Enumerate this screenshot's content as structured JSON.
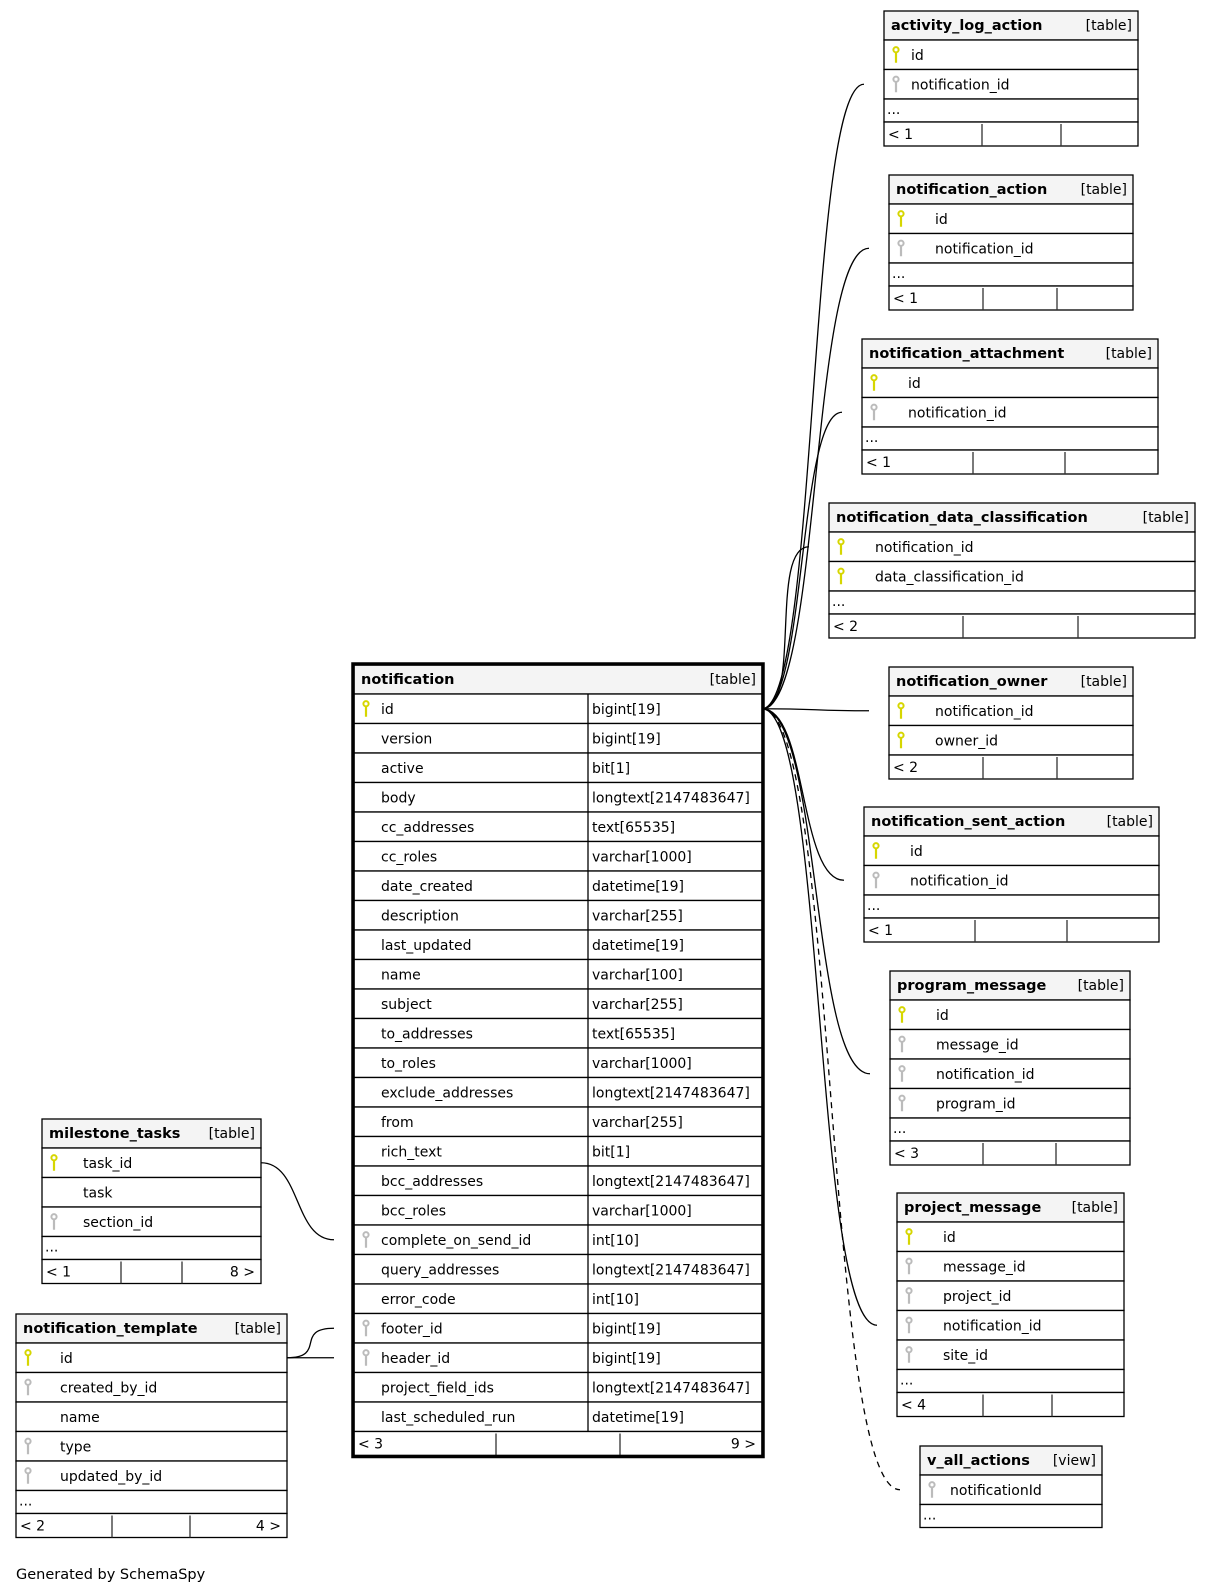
{
  "colors": {
    "header_bg": "#f4f4f4",
    "border": "#000000",
    "pk_key": "#d6d600",
    "fk_key": "#bbbbbb",
    "line": "#000000"
  },
  "footer": "Generated by SchemaSpy",
  "tables": [
    {
      "id": "activity_log_action",
      "name": "activity_log_action",
      "kind": "[table]",
      "columns": [
        {
          "name": "id",
          "key": "pk"
        },
        {
          "name": "notification_id",
          "key": "fk"
        }
      ],
      "ellipsis": "...",
      "parents": "< 1",
      "children": ""
    },
    {
      "id": "notification_action",
      "name": "notification_action",
      "kind": "[table]",
      "columns": [
        {
          "name": "id",
          "key": "pk"
        },
        {
          "name": "notification_id",
          "key": "fk"
        }
      ],
      "ellipsis": "...",
      "parents": "< 1",
      "children": ""
    },
    {
      "id": "notification_attachment",
      "name": "notification_attachment",
      "kind": "[table]",
      "columns": [
        {
          "name": "id",
          "key": "pk"
        },
        {
          "name": "notification_id",
          "key": "fk"
        }
      ],
      "ellipsis": "...",
      "parents": "< 1",
      "children": ""
    },
    {
      "id": "notification_data_classification",
      "name": "notification_data_classification",
      "kind": "[table]",
      "columns": [
        {
          "name": "notification_id",
          "key": "pk"
        },
        {
          "name": "data_classification_id",
          "key": "pk"
        }
      ],
      "ellipsis": "...",
      "parents": "< 2",
      "children": ""
    },
    {
      "id": "notification",
      "name": "notification",
      "kind": "[table]",
      "columns": [
        {
          "name": "id",
          "type": "bigint[19]",
          "key": "pk"
        },
        {
          "name": "version",
          "type": "bigint[19]",
          "key": ""
        },
        {
          "name": "active",
          "type": "bit[1]",
          "key": ""
        },
        {
          "name": "body",
          "type": "longtext[2147483647]",
          "key": ""
        },
        {
          "name": "cc_addresses",
          "type": "text[65535]",
          "key": ""
        },
        {
          "name": "cc_roles",
          "type": "varchar[1000]",
          "key": ""
        },
        {
          "name": "date_created",
          "type": "datetime[19]",
          "key": ""
        },
        {
          "name": "description",
          "type": "varchar[255]",
          "key": ""
        },
        {
          "name": "last_updated",
          "type": "datetime[19]",
          "key": ""
        },
        {
          "name": "name",
          "type": "varchar[100]",
          "key": ""
        },
        {
          "name": "subject",
          "type": "varchar[255]",
          "key": ""
        },
        {
          "name": "to_addresses",
          "type": "text[65535]",
          "key": ""
        },
        {
          "name": "to_roles",
          "type": "varchar[1000]",
          "key": ""
        },
        {
          "name": "exclude_addresses",
          "type": "longtext[2147483647]",
          "key": ""
        },
        {
          "name": "from",
          "type": "varchar[255]",
          "key": ""
        },
        {
          "name": "rich_text",
          "type": "bit[1]",
          "key": ""
        },
        {
          "name": "bcc_addresses",
          "type": "longtext[2147483647]",
          "key": ""
        },
        {
          "name": "bcc_roles",
          "type": "varchar[1000]",
          "key": ""
        },
        {
          "name": "complete_on_send_id",
          "type": "int[10]",
          "key": "fk"
        },
        {
          "name": "query_addresses",
          "type": "longtext[2147483647]",
          "key": ""
        },
        {
          "name": "error_code",
          "type": "int[10]",
          "key": ""
        },
        {
          "name": "footer_id",
          "type": "bigint[19]",
          "key": "fk"
        },
        {
          "name": "header_id",
          "type": "bigint[19]",
          "key": "fk"
        },
        {
          "name": "project_field_ids",
          "type": "longtext[2147483647]",
          "key": ""
        },
        {
          "name": "last_scheduled_run",
          "type": "datetime[19]",
          "key": ""
        }
      ],
      "ellipsis": "",
      "parents": "< 3",
      "children": "9 >"
    },
    {
      "id": "notification_owner",
      "name": "notification_owner",
      "kind": "[table]",
      "columns": [
        {
          "name": "notification_id",
          "key": "pk"
        },
        {
          "name": "owner_id",
          "key": "pk"
        }
      ],
      "ellipsis": "",
      "parents": "< 2",
      "children": ""
    },
    {
      "id": "notification_sent_action",
      "name": "notification_sent_action",
      "kind": "[table]",
      "columns": [
        {
          "name": "id",
          "key": "pk"
        },
        {
          "name": "notification_id",
          "key": "fk"
        }
      ],
      "ellipsis": "...",
      "parents": "< 1",
      "children": ""
    },
    {
      "id": "program_message",
      "name": "program_message",
      "kind": "[table]",
      "columns": [
        {
          "name": "id",
          "key": "pk"
        },
        {
          "name": "message_id",
          "key": "fk"
        },
        {
          "name": "notification_id",
          "key": "fk"
        },
        {
          "name": "program_id",
          "key": "fk"
        }
      ],
      "ellipsis": "...",
      "parents": "< 3",
      "children": ""
    },
    {
      "id": "project_message",
      "name": "project_message",
      "kind": "[table]",
      "columns": [
        {
          "name": "id",
          "key": "pk"
        },
        {
          "name": "message_id",
          "key": "fk"
        },
        {
          "name": "project_id",
          "key": "fk"
        },
        {
          "name": "notification_id",
          "key": "fk"
        },
        {
          "name": "site_id",
          "key": "fk"
        }
      ],
      "ellipsis": "...",
      "parents": "< 4",
      "children": ""
    },
    {
      "id": "v_all_actions",
      "name": "v_all_actions",
      "kind": "[view]",
      "columns": [
        {
          "name": "notificationId",
          "key": "fk"
        }
      ],
      "ellipsis": "...",
      "parents": null,
      "children": null
    },
    {
      "id": "milestone_tasks",
      "name": "milestone_tasks",
      "kind": "[table]",
      "columns": [
        {
          "name": "task_id",
          "key": "pk"
        },
        {
          "name": "task",
          "key": ""
        },
        {
          "name": "section_id",
          "key": "fk"
        }
      ],
      "ellipsis": "...",
      "parents": "< 1",
      "children": "8 >"
    },
    {
      "id": "notification_template",
      "name": "notification_template",
      "kind": "[table]",
      "columns": [
        {
          "name": "id",
          "key": "pk"
        },
        {
          "name": "created_by_id",
          "key": "fk"
        },
        {
          "name": "name",
          "key": ""
        },
        {
          "name": "type",
          "key": "fk"
        },
        {
          "name": "updated_by_id",
          "key": "fk"
        }
      ],
      "ellipsis": "...",
      "parents": "< 2",
      "children": "4 >"
    }
  ],
  "relationships": [
    {
      "from": "notification.id",
      "to": "activity_log_action.notification_id",
      "style": "solid",
      "end": "zero-or-many"
    },
    {
      "from": "notification.id",
      "to": "notification_action.notification_id",
      "style": "solid",
      "end": "zero-or-one"
    },
    {
      "from": "notification.id",
      "to": "notification_attachment.notification_id",
      "style": "solid",
      "end": "zero-or-many"
    },
    {
      "from": "notification.id",
      "to": "notification_data_classification.notification_id",
      "style": "solid",
      "end": "zero-or-many"
    },
    {
      "from": "notification.id",
      "to": "notification_owner.notification_id",
      "style": "solid",
      "end": "zero-or-many"
    },
    {
      "from": "notification.id",
      "to": "notification_sent_action.notification_id",
      "style": "solid",
      "end": "zero-or-many"
    },
    {
      "from": "notification.id",
      "to": "program_message.notification_id",
      "style": "solid",
      "end": "zero-or-many"
    },
    {
      "from": "notification.id",
      "to": "project_message.notification_id",
      "style": "solid",
      "end": "zero-or-many"
    },
    {
      "from": "notification.id",
      "to": "v_all_actions.notificationId",
      "style": "dashed",
      "end": "zero-or-many"
    },
    {
      "from": "milestone_tasks.task_id",
      "to": "notification.complete_on_send_id",
      "style": "solid",
      "end": "zero-or-many"
    },
    {
      "from": "notification_template.id",
      "to": "notification.footer_id",
      "style": "solid",
      "end": "zero-or-many"
    },
    {
      "from": "notification_template.id",
      "to": "notification.header_id",
      "style": "solid",
      "end": "zero-or-many"
    }
  ]
}
